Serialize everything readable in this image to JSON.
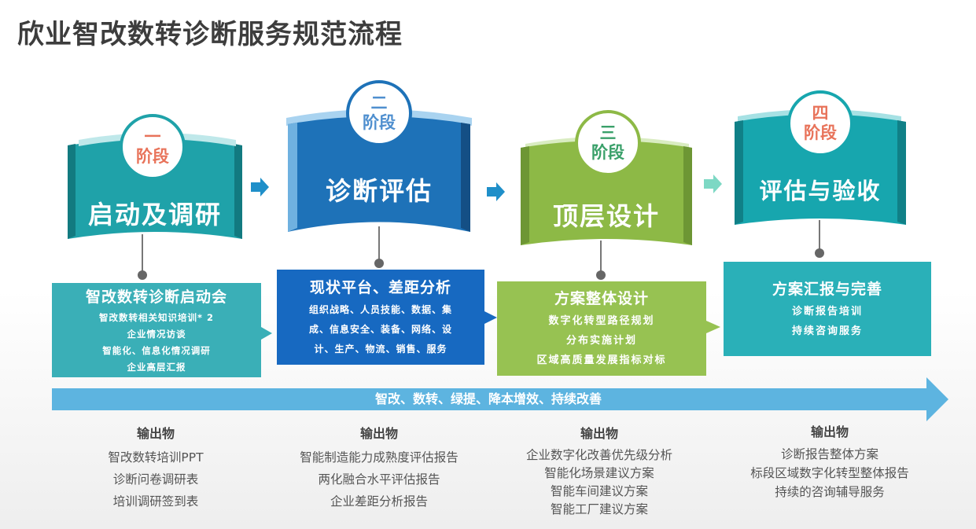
{
  "title": "欣业智改数转诊断服务规范流程",
  "colors": {
    "stage1": "#1fa2a9",
    "stage2": "#1e72b8",
    "stage3": "#8db946",
    "stage4": "#17a6ae",
    "bar": "#5db4e0",
    "arrow": "#1f8fc9",
    "arrow_light": "#7dd8c4"
  },
  "stages": [
    {
      "num": "一",
      "suffix": "阶段",
      "title": "启动及调研",
      "box_head": "智改数转诊断启动会",
      "box_lines": [
        "智改数转相关知识培训* 2",
        "企业情况访谈",
        "智能化、信息化情况调研",
        "企业高层汇报"
      ]
    },
    {
      "num": "二",
      "suffix": "阶段",
      "title": "诊断评估",
      "box_head": "现状平台、差距分析",
      "box_lines": [
        "组织战略、人员技能、数据、集",
        "成、信息安全、装备、网络、设",
        "计、生产、物流、销售、服务"
      ]
    },
    {
      "num": "三",
      "suffix": "阶段",
      "title": "顶层设计",
      "box_head": "方案整体设计",
      "box_lines": [
        "数字化转型路径规划",
        "分布实施计划",
        "区域高质量发展指标对标"
      ]
    },
    {
      "num": "四",
      "suffix": "阶段",
      "title": "评估与验收",
      "box_head": "方案汇报与完善",
      "box_lines": [
        "诊断报告培训",
        "持续咨询服务"
      ]
    }
  ],
  "bar_text": "智改、数转、绿提、降本增效、持续改善",
  "outputs": [
    {
      "head": "输出物",
      "items": [
        "智改数转培训PPT",
        "诊断问卷调研表",
        "培训调研签到表"
      ]
    },
    {
      "head": "输出物",
      "items": [
        "智能制造能力成熟度评估报告",
        "两化融合水平评估报告",
        "企业差距分析报告"
      ]
    },
    {
      "head": "输出物",
      "items": [
        "企业数字化改善优先级分析",
        "智能化场景建议方案",
        "智能车间建议方案",
        "智能工厂建议方案"
      ]
    },
    {
      "head": "输出物",
      "items": [
        "诊断报告整体方案",
        "标段区域数字化转型整体报告",
        "持续的咨询辅导服务"
      ]
    }
  ]
}
